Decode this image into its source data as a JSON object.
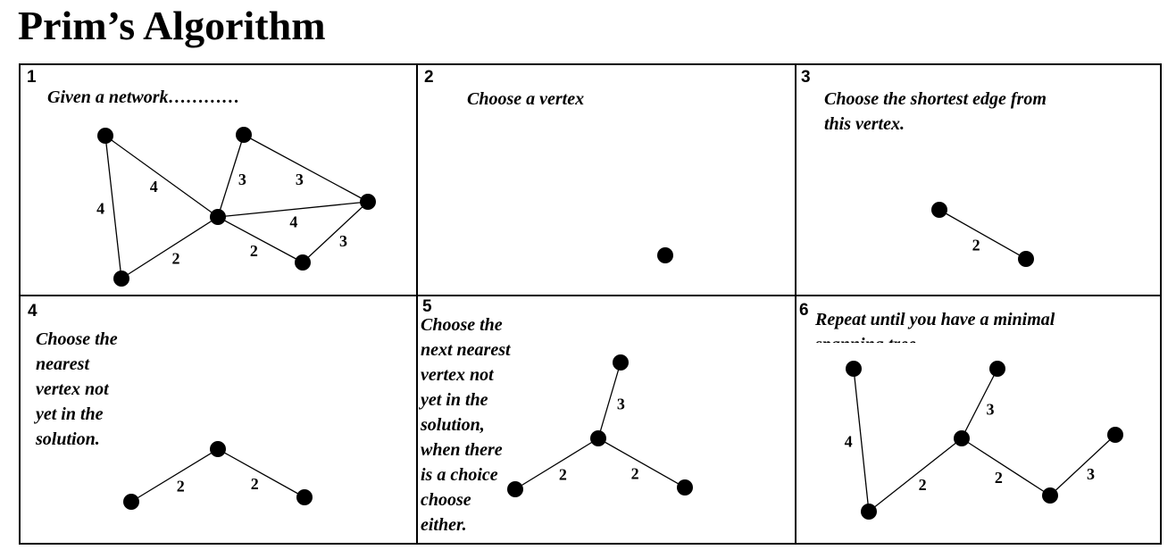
{
  "title": "Prim’s Algorithm",
  "steps": [
    {
      "number": "1",
      "caption": [
        "Given a network…………"
      ],
      "nodes": [
        [
          "A",
          118,
          152
        ],
        [
          "B",
          273,
          151
        ],
        [
          "C",
          244,
          243
        ],
        [
          "D",
          412,
          226
        ],
        [
          "E",
          136,
          312
        ],
        [
          "F",
          339,
          294
        ]
      ],
      "edges": [
        [
          "A",
          "C",
          "4"
        ],
        [
          "A",
          "E",
          "4"
        ],
        [
          "B",
          "C",
          "3"
        ],
        [
          "B",
          "D",
          "3"
        ],
        [
          "C",
          "D",
          "4"
        ],
        [
          "C",
          "E",
          "2"
        ],
        [
          "C",
          "F",
          "2"
        ],
        [
          "F",
          "D",
          "3"
        ]
      ]
    },
    {
      "number": "2",
      "caption": [
        "Choose a vertex"
      ],
      "nodes": [
        [
          "C",
          745,
          286
        ]
      ],
      "edges": []
    },
    {
      "number": "3",
      "caption": [
        "Choose the shortest edge from",
        "this vertex."
      ],
      "nodes": [
        [
          "C",
          1052,
          235
        ],
        [
          "F",
          1149,
          290
        ]
      ],
      "edges": [
        [
          "C",
          "F",
          "2"
        ]
      ]
    },
    {
      "number": "4",
      "caption": [
        "Choose the",
        "nearest",
        "vertex not",
        "yet in the",
        "solution."
      ],
      "nodes": [
        [
          "E",
          147,
          562
        ],
        [
          "C",
          244,
          503
        ],
        [
          "F",
          341,
          557
        ]
      ],
      "edges": [
        [
          "E",
          "C",
          "2"
        ],
        [
          "C",
          "F",
          "2"
        ]
      ]
    },
    {
      "number": "5",
      "caption": [
        "Choose the",
        "next nearest",
        "vertex not",
        "yet in the",
        "solution,",
        "when there",
        "is a choice",
        "choose",
        "either."
      ],
      "nodes": [
        [
          "B",
          695,
          406
        ],
        [
          "C",
          670,
          491
        ],
        [
          "E",
          577,
          548
        ],
        [
          "F",
          767,
          546
        ]
      ],
      "edges": [
        [
          "B",
          "C",
          "3"
        ],
        [
          "C",
          "E",
          "2"
        ],
        [
          "C",
          "F",
          "2"
        ]
      ]
    },
    {
      "number": "6",
      "caption": [
        "Repeat until you have a  minimal",
        "spanning tree."
      ],
      "nodes": [
        [
          "A",
          956,
          413
        ],
        [
          "B",
          1117,
          413
        ],
        [
          "C",
          1077,
          491
        ],
        [
          "E",
          973,
          573
        ],
        [
          "F",
          1176,
          555
        ],
        [
          "D",
          1249,
          487
        ]
      ],
      "edges": [
        [
          "A",
          "E",
          "4"
        ],
        [
          "B",
          "C",
          "3"
        ],
        [
          "C",
          "E",
          "2"
        ],
        [
          "C",
          "F",
          "2"
        ],
        [
          "F",
          "D",
          "3"
        ]
      ]
    }
  ]
}
